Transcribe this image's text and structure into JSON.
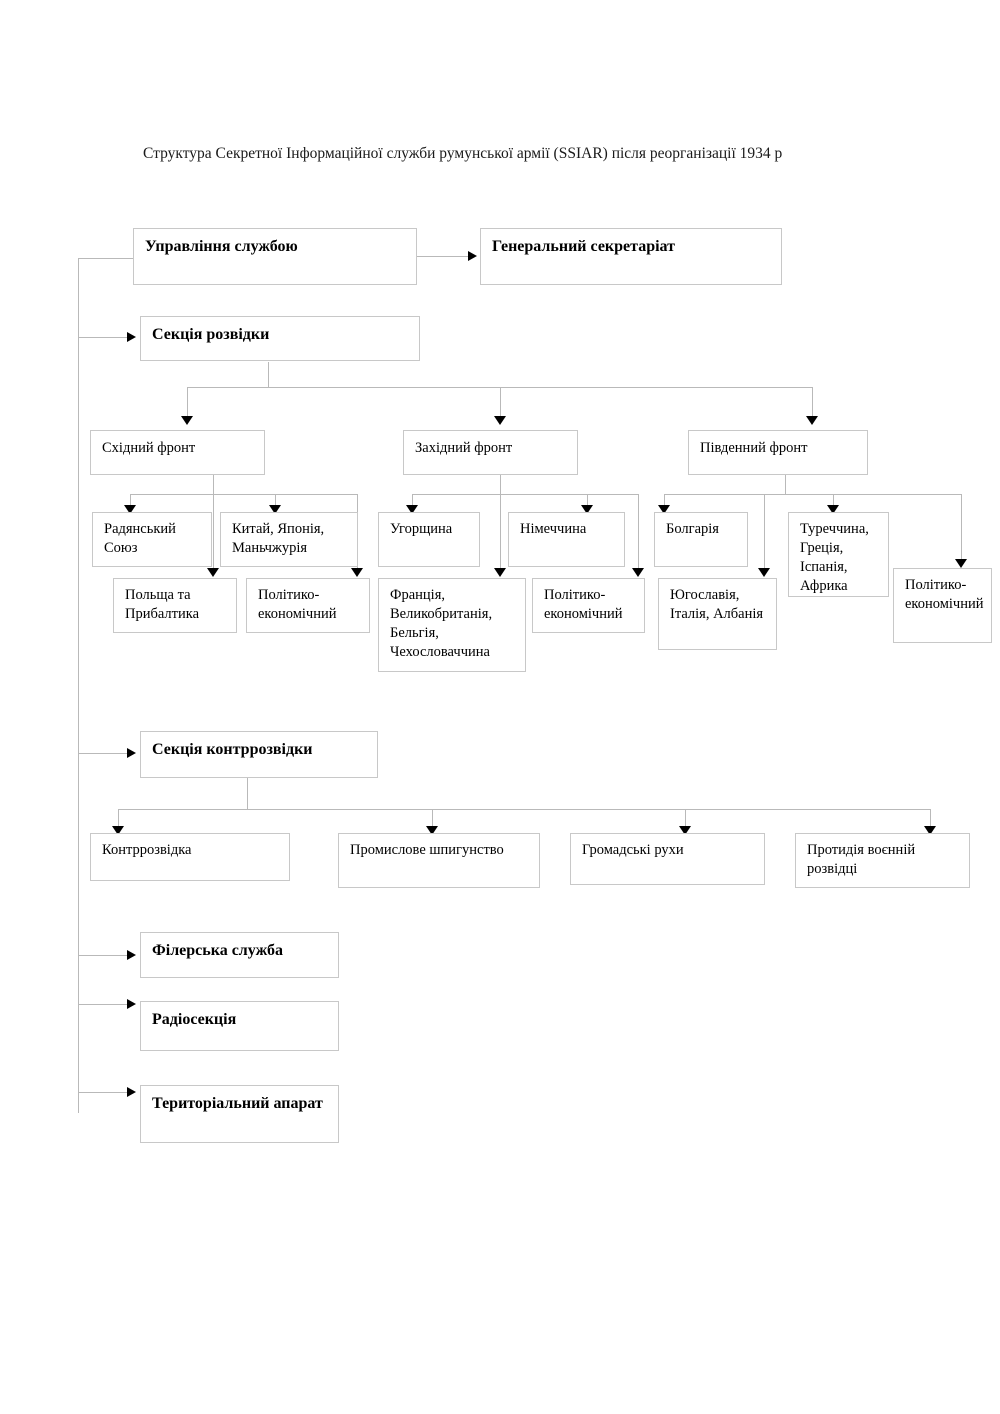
{
  "document": {
    "title": "Структура Секретної Інформаційної служби румунської армії (SSIAR) після реорганізації 1934 р",
    "language": "uk",
    "background_color": "#ffffff",
    "border_color": "#c8c8c8",
    "connector_color": "#b9b9b9",
    "arrow_color": "#000000"
  },
  "chart_data": {
    "type": "diagram",
    "diagram_type": "organizational-chart",
    "title": "Структура Секретної Інформаційної служби румунської армії (SSIAR) після реорганізації 1934 р",
    "orientation": "top-down",
    "nodes": [
      {
        "id": "n1",
        "label": "Управління службою",
        "level": 0
      },
      {
        "id": "n2",
        "label": "Генеральний секретаріат",
        "level": 1
      },
      {
        "id": "n3",
        "label": "Секція розвідки",
        "level": 1
      },
      {
        "id": "n4",
        "label": "Східний фронт",
        "level": 2
      },
      {
        "id": "n5",
        "label": "Західний фронт",
        "level": 2
      },
      {
        "id": "n6",
        "label": "Південний фронт",
        "level": 2
      },
      {
        "id": "n7",
        "label": "Радянський Союз",
        "level": 3
      },
      {
        "id": "n8",
        "label": "Китай, Японія, Маньчжурія",
        "level": 3
      },
      {
        "id": "n9",
        "label": "Польща та Прибалтика",
        "level": 3
      },
      {
        "id": "n10",
        "label": "Політико-економічний",
        "level": 3
      },
      {
        "id": "n11",
        "label": "Угорщина",
        "level": 3
      },
      {
        "id": "n12",
        "label": "Німеччина",
        "level": 3
      },
      {
        "id": "n13",
        "label": "Франція, Великобританія, Бельгія, Чехословаччина",
        "level": 3
      },
      {
        "id": "n14",
        "label": "Політико-економічний",
        "level": 3
      },
      {
        "id": "n15",
        "label": "Болгарія",
        "level": 3
      },
      {
        "id": "n16",
        "label": "Туреччина, Греція, Іспанія, Африка",
        "level": 3
      },
      {
        "id": "n17",
        "label": "Югославія, Італія, Албанія",
        "level": 3
      },
      {
        "id": "n18",
        "label": "Політико-економічний",
        "level": 3
      },
      {
        "id": "n19",
        "label": "Секція контррозвідки",
        "level": 1
      },
      {
        "id": "n20",
        "label": "Контррозвідка",
        "level": 2
      },
      {
        "id": "n21",
        "label": "Промислове шпигунство",
        "level": 2
      },
      {
        "id": "n22",
        "label": "Громадські рухи",
        "level": 2
      },
      {
        "id": "n23",
        "label": "Протидія воєнній розвідці",
        "level": 2
      },
      {
        "id": "n24",
        "label": "Філерська служба",
        "level": 1
      },
      {
        "id": "n25",
        "label": "Радіосекція",
        "level": 1
      },
      {
        "id": "n26",
        "label": "Територіальний апарат",
        "level": 1
      }
    ],
    "edges": [
      {
        "from": "n1",
        "to": "n2"
      },
      {
        "from": "n1",
        "to": "n3"
      },
      {
        "from": "n1",
        "to": "n19"
      },
      {
        "from": "n1",
        "to": "n24"
      },
      {
        "from": "n1",
        "to": "n25"
      },
      {
        "from": "n1",
        "to": "n26"
      },
      {
        "from": "n3",
        "to": "n4"
      },
      {
        "from": "n3",
        "to": "n5"
      },
      {
        "from": "n3",
        "to": "n6"
      },
      {
        "from": "n4",
        "to": "n7"
      },
      {
        "from": "n4",
        "to": "n8"
      },
      {
        "from": "n4",
        "to": "n9"
      },
      {
        "from": "n4",
        "to": "n10"
      },
      {
        "from": "n5",
        "to": "n11"
      },
      {
        "from": "n5",
        "to": "n12"
      },
      {
        "from": "n5",
        "to": "n13"
      },
      {
        "from": "n5",
        "to": "n14"
      },
      {
        "from": "n6",
        "to": "n15"
      },
      {
        "from": "n6",
        "to": "n16"
      },
      {
        "from": "n6",
        "to": "n17"
      },
      {
        "from": "n6",
        "to": "n18"
      },
      {
        "from": "n19",
        "to": "n20"
      },
      {
        "from": "n19",
        "to": "n21"
      },
      {
        "from": "n19",
        "to": "n22"
      },
      {
        "from": "n19",
        "to": "n23"
      }
    ]
  }
}
